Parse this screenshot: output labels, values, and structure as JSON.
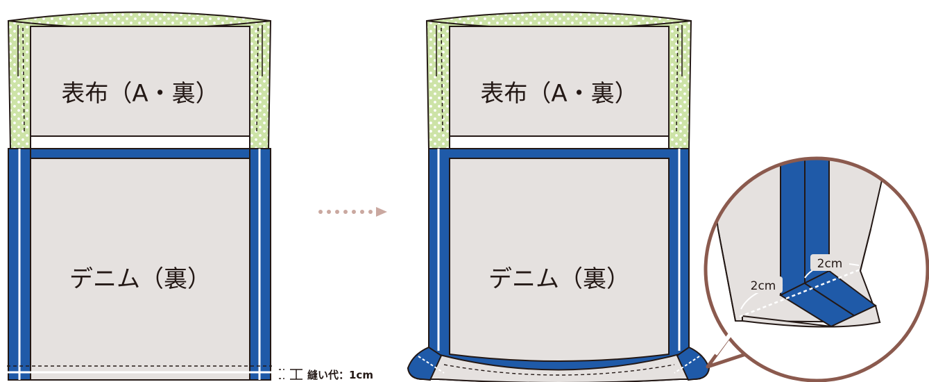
{
  "panels": [
    {
      "top_label": "表布（A・裏）",
      "bottom_label": "デニム（裏）"
    },
    {
      "top_label": "表布（A・裏）",
      "bottom_label": "デニム（裏）"
    }
  ],
  "seam_allowance_label": "縫い代：1cm",
  "zoom": {
    "measure_1": "2cm",
    "measure_2": "2cm"
  },
  "colors": {
    "lining_green": "#cde3a7",
    "dots": "#ffffff",
    "fabric_gray": "#e5e1df",
    "denim_blue": "#1f5aa8",
    "outline": "#231815",
    "arrow_dots": "#caa8a0",
    "zoom_ring": "#8b5a4e"
  }
}
